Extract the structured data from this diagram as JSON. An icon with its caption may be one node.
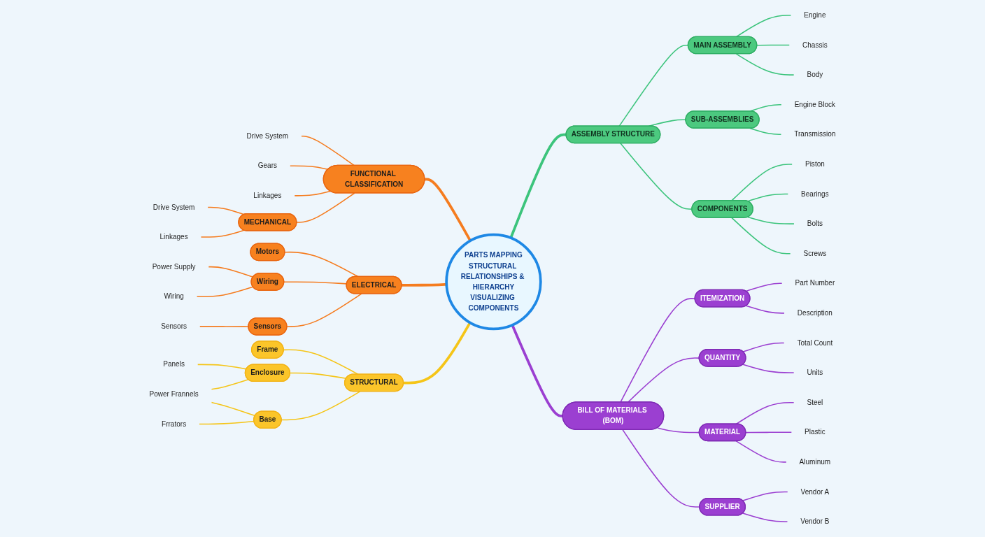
{
  "diagram": {
    "nodes": [
      {
        "text": [
          "PARTS MAPPING",
          "STRUCTURAL RELATIONSHIPS & HIERARCHY",
          "VISUALIZING COMPONENTS"
        ]
      },
      {
        "text": [
          "FUNCTIONAL CLASSIFICATION"
        ]
      },
      {
        "text": [
          "Drive System"
        ]
      },
      {
        "text": [
          "Gears"
        ]
      },
      {
        "text": [
          "Linkages"
        ]
      },
      {
        "text": [
          "MECHANICAL"
        ]
      },
      {
        "text": [
          "Drive System"
        ]
      },
      {
        "text": [
          "Linkages"
        ]
      },
      {
        "text": [
          "ELECTRICAL"
        ]
      },
      {
        "text": [
          "Motors"
        ]
      },
      {
        "text": [
          "Wiring"
        ]
      },
      {
        "text": [
          "Sensors"
        ]
      },
      {
        "text": [
          "Power Supply"
        ]
      },
      {
        "text": [
          "Wiring"
        ]
      },
      {
        "text": [
          "Sensors"
        ]
      },
      {
        "text": [
          "STRUCTURAL"
        ]
      },
      {
        "text": [
          "Frame"
        ]
      },
      {
        "text": [
          "Enclosure"
        ]
      },
      {
        "text": [
          "Base"
        ]
      },
      {
        "text": [
          "Panels"
        ]
      },
      {
        "text": [
          "Power Frannels"
        ]
      },
      {
        "text": [
          "Frrators"
        ]
      },
      {
        "text": [
          "ASSEMBLY STRUCTURE"
        ]
      },
      {
        "text": [
          "MAIN ASSEMBLY"
        ]
      },
      {
        "text": [
          "Engine"
        ]
      },
      {
        "text": [
          "Chassis"
        ]
      },
      {
        "text": [
          "Body"
        ]
      },
      {
        "text": [
          "SUB-ASSEMBLIES"
        ]
      },
      {
        "text": [
          "Engine Block"
        ]
      },
      {
        "text": [
          "Transmission"
        ]
      },
      {
        "text": [
          "COMPONENTS"
        ]
      },
      {
        "text": [
          "Piston"
        ]
      },
      {
        "text": [
          "Bearings"
        ]
      },
      {
        "text": [
          "Bolts"
        ]
      },
      {
        "text": [
          "Screws"
        ]
      },
      {
        "text": [
          "BILL OF MATERIALS (BOM)"
        ]
      },
      {
        "text": [
          "ITEMIZATION"
        ]
      },
      {
        "text": [
          "Part Number"
        ]
      },
      {
        "text": [
          "Description"
        ]
      },
      {
        "text": [
          "QUANTITY"
        ]
      },
      {
        "text": [
          "Total Count"
        ]
      },
      {
        "text": [
          "Units"
        ]
      },
      {
        "text": [
          "MATERIAL"
        ]
      },
      {
        "text": [
          "Steel"
        ]
      },
      {
        "text": [
          "Plastic"
        ]
      },
      {
        "text": [
          "Aluminum"
        ]
      },
      {
        "text": [
          "SUPPLIER"
        ]
      },
      {
        "text": [
          "Vendor A"
        ]
      },
      {
        "text": [
          "Vendor B"
        ]
      }
    ],
    "edges": [
      {
        "from": 1,
        "to": 0,
        "arrow": "none",
        "style": "thick",
        "color": "#f57c1f"
      },
      {
        "from": 2,
        "to": 1,
        "arrow": "none",
        "color": "#f57c1f"
      },
      {
        "from": 3,
        "to": 1,
        "arrow": "none",
        "color": "#f57c1f"
      },
      {
        "from": 4,
        "to": 1,
        "arrow": "none",
        "color": "#f57c1f"
      },
      {
        "from": 5,
        "to": 1,
        "arrow": "none",
        "color": "#f57c1f"
      },
      {
        "from": 6,
        "to": 5,
        "arrow": "none",
        "color": "#f57c1f"
      },
      {
        "from": 7,
        "to": 5,
        "arrow": "none",
        "color": "#f57c1f"
      },
      {
        "from": 8,
        "to": 0,
        "arrow": "none",
        "style": "thick",
        "color": "#f57c1f"
      },
      {
        "from": 9,
        "to": 8,
        "arrow": "none",
        "color": "#f57c1f"
      },
      {
        "from": 10,
        "to": 8,
        "arrow": "none",
        "color": "#f57c1f"
      },
      {
        "from": 11,
        "to": 8,
        "arrow": "none",
        "color": "#f57c1f"
      },
      {
        "from": 12,
        "to": 10,
        "arrow": "none",
        "color": "#f57c1f"
      },
      {
        "from": 13,
        "to": 10,
        "arrow": "none",
        "color": "#f57c1f"
      },
      {
        "from": 14,
        "to": 11,
        "arrow": "none",
        "color": "#f57c1f"
      },
      {
        "from": 15,
        "to": 0,
        "arrow": "none",
        "style": "thick",
        "color": "#f5c518"
      },
      {
        "from": 16,
        "to": 15,
        "arrow": "none",
        "color": "#f5c518"
      },
      {
        "from": 17,
        "to": 15,
        "arrow": "none",
        "color": "#f5c518"
      },
      {
        "from": 18,
        "to": 15,
        "arrow": "none",
        "color": "#f5c518"
      },
      {
        "from": 19,
        "to": 17,
        "arrow": "none",
        "color": "#f5c518"
      },
      {
        "from": 20,
        "to": 17,
        "arrow": "none",
        "color": "#f5c518"
      },
      {
        "from": 20,
        "to": 18,
        "arrow": "none",
        "color": "#f5c518"
      },
      {
        "from": 21,
        "to": 18,
        "arrow": "none",
        "color": "#f5c518"
      },
      {
        "from": 0,
        "to": 22,
        "arrow": "none",
        "style": "thick",
        "color": "#3cc47c"
      },
      {
        "from": 22,
        "to": 23,
        "arrow": "none",
        "color": "#3cc47c"
      },
      {
        "from": 23,
        "to": 24,
        "arrow": "none",
        "color": "#3cc47c"
      },
      {
        "from": 23,
        "to": 25,
        "arrow": "none",
        "color": "#3cc47c"
      },
      {
        "from": 23,
        "to": 26,
        "arrow": "none",
        "color": "#3cc47c"
      },
      {
        "from": 22,
        "to": 27,
        "arrow": "none",
        "color": "#3cc47c"
      },
      {
        "from": 27,
        "to": 28,
        "arrow": "none",
        "color": "#3cc47c"
      },
      {
        "from": 27,
        "to": 29,
        "arrow": "none",
        "color": "#3cc47c"
      },
      {
        "from": 22,
        "to": 30,
        "arrow": "none",
        "color": "#3cc47c"
      },
      {
        "from": 30,
        "to": 31,
        "arrow": "none",
        "color": "#3cc47c"
      },
      {
        "from": 30,
        "to": 32,
        "arrow": "none",
        "color": "#3cc47c"
      },
      {
        "from": 30,
        "to": 33,
        "arrow": "none",
        "color": "#3cc47c"
      },
      {
        "from": 30,
        "to": 34,
        "arrow": "none",
        "color": "#3cc47c"
      },
      {
        "from": 0,
        "to": 35,
        "arrow": "none",
        "style": "thick",
        "color": "#9b3fd1"
      },
      {
        "from": 35,
        "to": 36,
        "arrow": "none",
        "color": "#9b3fd1"
      },
      {
        "from": 36,
        "to": 37,
        "arrow": "none",
        "color": "#9b3fd1"
      },
      {
        "from": 36,
        "to": 38,
        "arrow": "none",
        "color": "#9b3fd1"
      },
      {
        "from": 35,
        "to": 39,
        "arrow": "none",
        "color": "#9b3fd1"
      },
      {
        "from": 39,
        "to": 40,
        "arrow": "none",
        "color": "#9b3fd1"
      },
      {
        "from": 39,
        "to": 41,
        "arrow": "none",
        "color": "#9b3fd1"
      },
      {
        "from": 35,
        "to": 42,
        "arrow": "none",
        "color": "#9b3fd1"
      },
      {
        "from": 42,
        "to": 43,
        "arrow": "none",
        "color": "#9b3fd1"
      },
      {
        "from": 42,
        "to": 44,
        "arrow": "none",
        "color": "#9b3fd1"
      },
      {
        "from": 42,
        "to": 45,
        "arrow": "none",
        "color": "#9b3fd1"
      },
      {
        "from": 35,
        "to": 46,
        "arrow": "none",
        "color": "#9b3fd1"
      },
      {
        "from": 46,
        "to": 47,
        "arrow": "none",
        "color": "#9b3fd1"
      },
      {
        "from": 46,
        "to": 48,
        "arrow": "none",
        "color": "#9b3fd1"
      }
    ]
  }
}
